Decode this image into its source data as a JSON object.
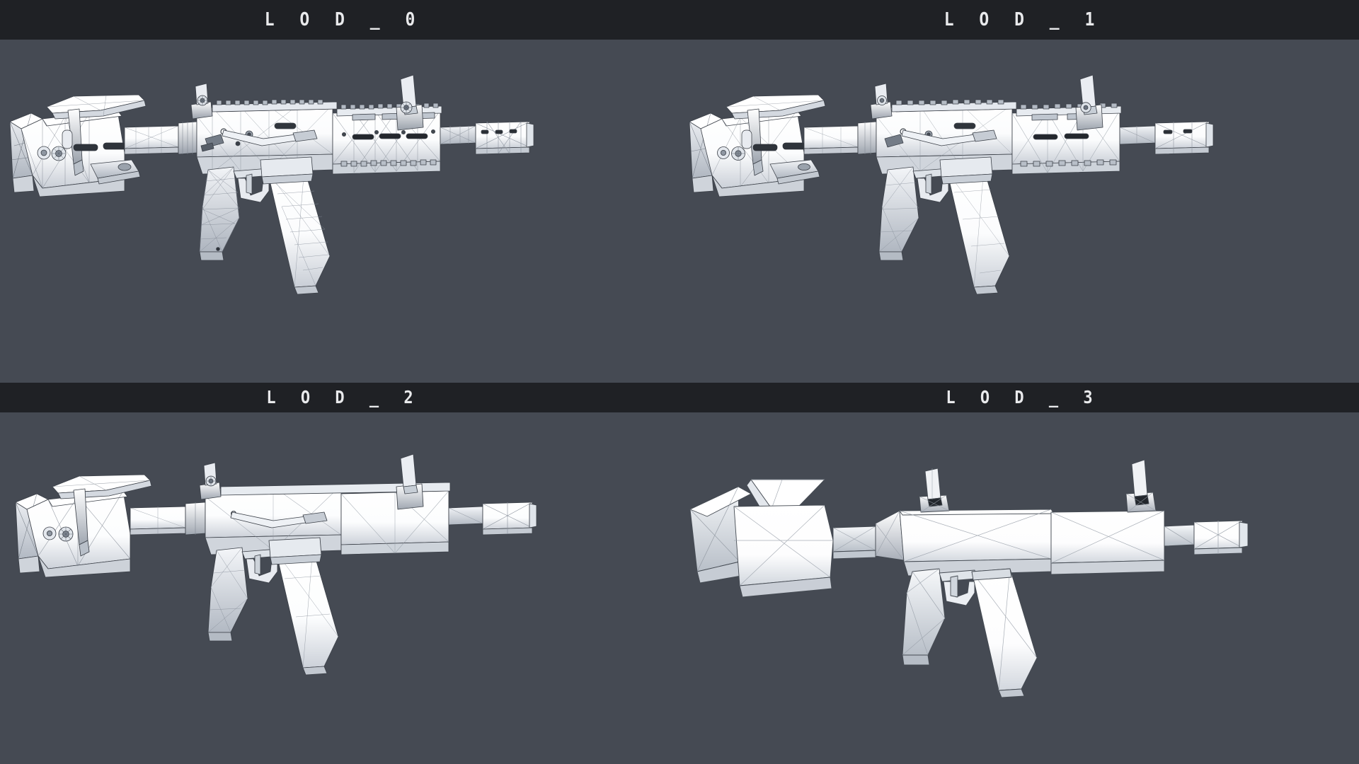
{
  "sheet": {
    "background_color": "#454a53",
    "band_color": "#1f2125",
    "label_color": "#e9eaec",
    "model_fill": "#ffffff",
    "model_shade": "#d9dde2",
    "wire_color": "#3a3f46"
  },
  "panels": [
    {
      "id": "lod0",
      "label": "L O D _ 0",
      "raw_label": "LOD_0",
      "position": "top-left",
      "detail": "highest",
      "wireframe_density": "dense",
      "subject": "assault-rifle"
    },
    {
      "id": "lod1",
      "label": "L O D _ 1",
      "raw_label": "LOD_1",
      "position": "top-right",
      "detail": "high",
      "wireframe_density": "medium-dense",
      "subject": "assault-rifle"
    },
    {
      "id": "lod2",
      "label": "L O D _ 2",
      "raw_label": "LOD_2",
      "position": "bottom-left",
      "detail": "medium",
      "wireframe_density": "sparse",
      "subject": "assault-rifle"
    },
    {
      "id": "lod3",
      "label": "L O D _ 3",
      "raw_label": "LOD_3",
      "position": "bottom-right",
      "detail": "lowest",
      "wireframe_density": "minimal",
      "subject": "assault-rifle"
    }
  ],
  "model": {
    "name": "assault-rifle",
    "parts": [
      "buttstock",
      "cheek-riser",
      "stock-tube",
      "receiver",
      "dust-cover",
      "rear-sight",
      "charging-handle",
      "pistol-grip",
      "trigger",
      "trigger-guard",
      "magazine",
      "handguard",
      "top-rail",
      "front-sight",
      "gas-block",
      "barrel",
      "muzzle-brake"
    ]
  }
}
